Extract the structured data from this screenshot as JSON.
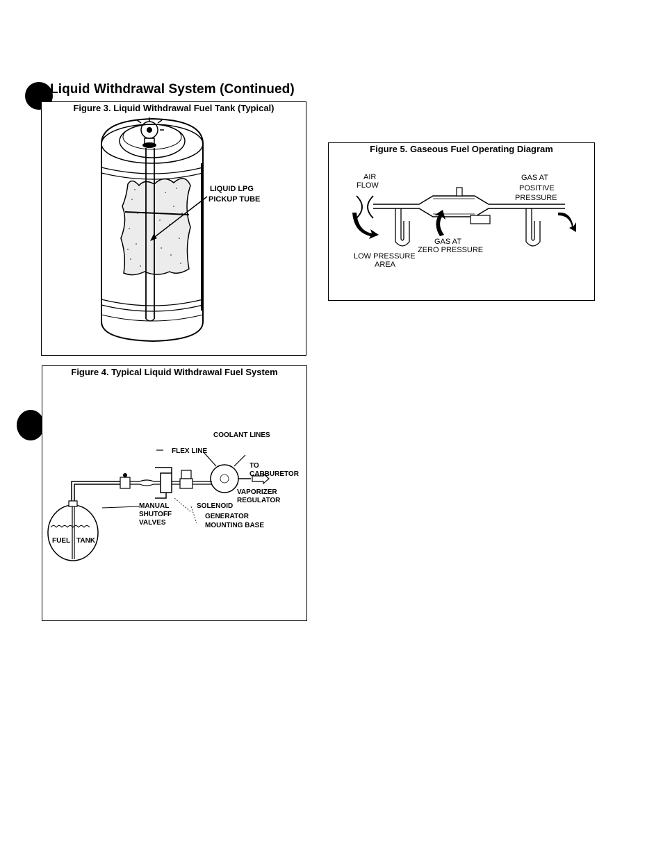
{
  "section": {
    "title": "Liquid Withdrawal System (Continued)"
  },
  "figure3": {
    "caption": "Figure 3. Liquid Withdrawal Fuel Tank (Typical)",
    "label_line1": "LIQUID LPG",
    "label_line2": "PICKUP TUBE"
  },
  "figure4": {
    "caption": "Figure 4. Typical Liquid Withdrawal Fuel System",
    "labels": {
      "coolant_lines": "COOLANT LINES",
      "flex_line": "FLEX LINE",
      "to": "TO",
      "carburetor": "CARBURETOR",
      "vaporizer": "VAPORIZER",
      "regulator": "REGULATOR",
      "manual": "MANUAL",
      "shutoff": "SHUTOFF",
      "valves": "VALVES",
      "solenoid": "SOLENOID",
      "generator": "GENERATOR",
      "mounting_base": "MOUNTING BASE",
      "fuel": "FUEL",
      "tank": "TANK"
    }
  },
  "figure5": {
    "caption": "Figure 5. Gaseous Fuel Operating Diagram",
    "labels": {
      "air": "AIR",
      "flow": "FLOW",
      "gas_at": "GAS AT",
      "positive": "POSITIVE",
      "pressure": "PRESSURE",
      "gas_at_2": "GAS AT",
      "zero_pressure": "ZERO PRESSURE",
      "low_pressure": "LOW PRESSURE",
      "area": "AREA"
    }
  }
}
